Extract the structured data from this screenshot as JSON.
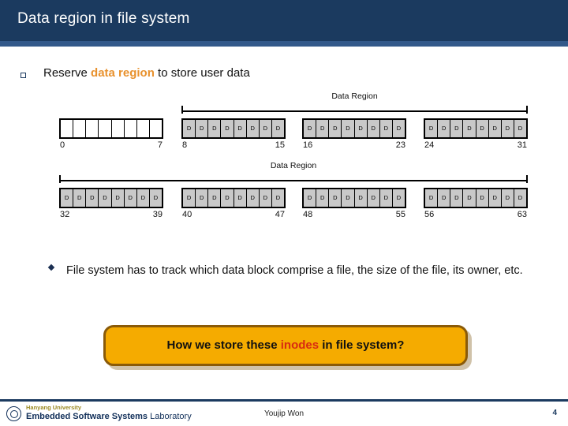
{
  "slide": {
    "title": "Data region in file system",
    "page_number": "4",
    "author": "Youjip Won",
    "accent_navy": "#1b3a5f",
    "accent_orange": "#e8912d",
    "callout_fill": "#f5ab00",
    "callout_border": "#8a5a08",
    "highlight_red": "#d92b11"
  },
  "bullets": {
    "level1": {
      "marker": "hollow-square",
      "text_before": "Reserve ",
      "highlight": "data region",
      "text_after": " to store user data"
    },
    "level2": {
      "marker": "diamond",
      "text": "File system has to track which data block comprise a file, the size of the file, its owner, etc."
    }
  },
  "diagram": {
    "block_letter": "D",
    "rows": [
      {
        "bracket": {
          "label": "Data Region",
          "start_group_index": 1,
          "end_group_index": 3
        },
        "groups": [
          {
            "start": "0",
            "end": "7",
            "filled": false,
            "cells": [
              "",
              "",
              "",
              "",
              "",
              "",
              "",
              ""
            ]
          },
          {
            "start": "8",
            "end": "15",
            "filled": true,
            "cells": [
              "D",
              "D",
              "D",
              "D",
              "D",
              "D",
              "D",
              "D"
            ]
          },
          {
            "start": "16",
            "end": "23",
            "filled": true,
            "cells": [
              "D",
              "D",
              "D",
              "D",
              "D",
              "D",
              "D",
              "D"
            ]
          },
          {
            "start": "24",
            "end": "31",
            "filled": true,
            "cells": [
              "D",
              "D",
              "D",
              "D",
              "D",
              "D",
              "D",
              "D"
            ]
          }
        ]
      },
      {
        "bracket": {
          "label": "Data Region",
          "start_group_index": 0,
          "end_group_index": 3
        },
        "groups": [
          {
            "start": "32",
            "end": "39",
            "filled": true,
            "cells": [
              "D",
              "D",
              "D",
              "D",
              "D",
              "D",
              "D",
              "D"
            ]
          },
          {
            "start": "40",
            "end": "47",
            "filled": true,
            "cells": [
              "D",
              "D",
              "D",
              "D",
              "D",
              "D",
              "D",
              "D"
            ]
          },
          {
            "start": "48",
            "end": "55",
            "filled": true,
            "cells": [
              "D",
              "D",
              "D",
              "D",
              "D",
              "D",
              "D",
              "D"
            ]
          },
          {
            "start": "56",
            "end": "63",
            "filled": true,
            "cells": [
              "D",
              "D",
              "D",
              "D",
              "D",
              "D",
              "D",
              "D"
            ]
          }
        ]
      }
    ]
  },
  "callout": {
    "text_before": "How we store these ",
    "highlight": "inodes",
    "text_after": " in file system?"
  },
  "footer": {
    "university": "Hanyang University",
    "lab_bold": "Embedded Software Systems",
    "lab_light": " Laboratory",
    "author": "Youjip Won",
    "page": "4"
  }
}
